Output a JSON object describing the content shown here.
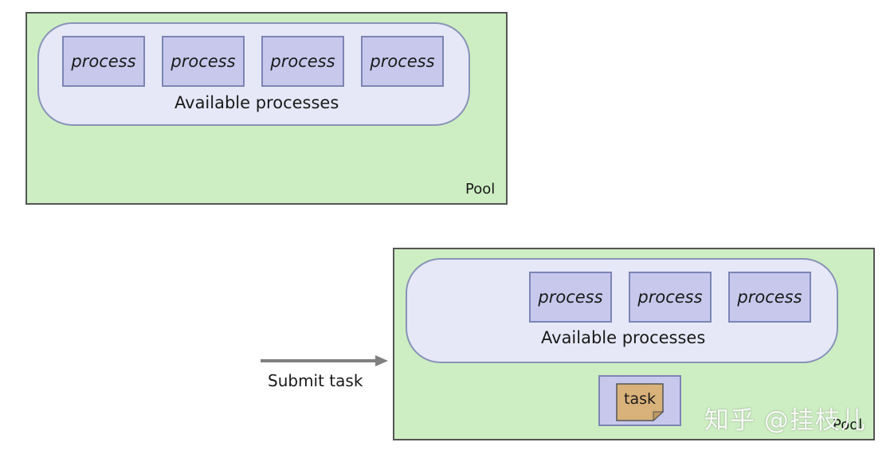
{
  "colors": {
    "pool_fill": "#cdeec2",
    "pool_border": "#555555",
    "available_fill": "#e6e8f7",
    "available_border": "#8893b8",
    "process_fill": "#c7c8ec",
    "process_border": "#7c85b4",
    "task_note_fill": "#d8b27a",
    "arrow": "#808080"
  },
  "diagram1": {
    "pool_label": "Pool",
    "available_label": "Available processes",
    "processes": [
      "process",
      "process",
      "process",
      "process"
    ]
  },
  "diagram2": {
    "pool_label": "Pool",
    "available_label": "Available processes",
    "processes": [
      "process",
      "process",
      "process"
    ],
    "arrow_label": "Submit task",
    "task_label": "task"
  },
  "watermark": "知乎 @挂枝儿"
}
